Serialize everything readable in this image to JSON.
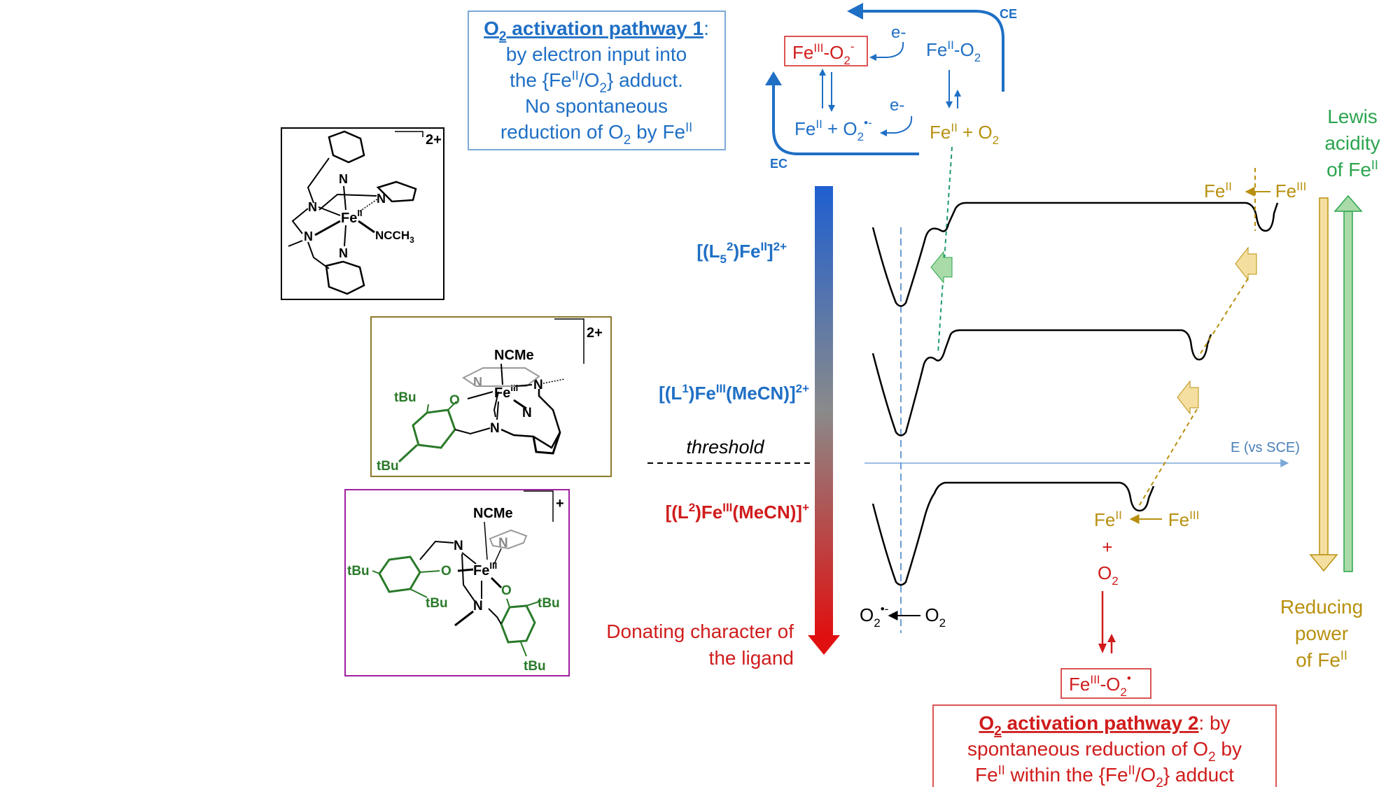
{
  "colors": {
    "blue": "#1f6fc5",
    "red": "#d01c1c",
    "gold": "#b8900f",
    "gold_light": "#f5dfa0",
    "green": "#2ca44f",
    "green_light": "#a8dba8",
    "teal_dashed": "#1d9a6c",
    "axis_blue": "#7aa9d6",
    "frame_black": "#000000",
    "frame_gold": "#8b7a2a",
    "frame_purple": "#a020a0"
  },
  "pathway1": {
    "title": "O",
    "title_sub": "2",
    "title_rest": " activation pathway 1",
    "colon": ":",
    "lines": [
      "by  electron input into",
      "the {Fe",
      "II",
      "/O",
      "2",
      "} adduct.",
      "No spontaneous",
      "reduction of O",
      "2",
      " by Fe",
      "II"
    ]
  },
  "pathway2": {
    "title": "O",
    "title_sub": "2",
    "title_rest": " activation pathway 2",
    "colon": ": by",
    "line2a": "spontaneous reduction of O",
    "line2b": "2",
    "line2c": " by",
    "line3a": "Fe",
    "line3b": "II",
    "line3c": " within the {Fe",
    "line3d": "II",
    "line3e": "/O",
    "line3f": "2",
    "line3g": "} adduct"
  },
  "scheme": {
    "fe3o2_box": "Fe",
    "fe3o2_sup": "III",
    "fe3o2_mid": "-O",
    "fe3o2_sub": "2",
    "fe3o2_charge": "-",
    "fe2o2": "Fe",
    "fe2o2_sup": "II",
    "fe2o2_mid": "-O",
    "fe2o2_sub": "2",
    "e_minus_1": "e-",
    "e_minus_2": "e-",
    "fe2_plus_o2_rad": "Fe",
    "fe2_plus_o2_rad_sup": "II",
    "fe2_plus_o2_rad_mid": " + O",
    "fe2_plus_o2_rad_sub": "2",
    "fe2_plus_o2_rad_charge": "•-",
    "fe2_plus_o2_gold": "Fe",
    "fe2_plus_o2_gold_sup": "II",
    "fe2_plus_o2_gold_mid": " + O",
    "fe2_plus_o2_gold_sub": "2",
    "ce_label": "CE",
    "ec_label": "EC"
  },
  "complexes": {
    "c1_label_a": "[(L",
    "c1_label_sub": "5",
    "c1_label_sup": "2",
    "c1_label_b": ")Fe",
    "c1_label_sup2": "II",
    "c1_label_c": "]",
    "c1_label_charge": "2+",
    "c2_label_a": "[(L",
    "c2_label_sup": "1",
    "c2_label_b": ")Fe",
    "c2_label_sup2": "III",
    "c2_label_c": "(MeCN)]",
    "c2_label_charge": "2+",
    "c3_label_a": "[(L",
    "c3_label_sup": "2",
    "c3_label_b": ")Fe",
    "c3_label_sup2": "III",
    "c3_label_c": "(MeCN)]",
    "c3_label_charge": "+",
    "s1_charge": "2+",
    "s2_charge": "2+",
    "s3_charge": "+",
    "s1_atoms": [
      "N",
      "N",
      "N",
      "N",
      "N",
      "Fe",
      "II",
      "NCCH",
      "3"
    ],
    "s2_atoms": [
      "NCMe",
      "tBu",
      "O",
      "Fe",
      "III",
      "N",
      "N",
      "N",
      "N",
      "tBu"
    ],
    "s3_atoms": [
      "NCMe",
      "N",
      "N",
      "tBu",
      "O",
      "Fe",
      "III",
      "O",
      "tBu",
      "N",
      "tBu",
      "tBu"
    ]
  },
  "threshold": "threshold",
  "donating": [
    "Donating character of",
    "the ligand"
  ],
  "axis_label": "E (vs SCE)",
  "fe2_fe3_top": [
    "Fe",
    "II",
    "Fe",
    "III"
  ],
  "fe2_fe3_bottom": [
    "Fe",
    "II",
    "Fe",
    "III"
  ],
  "o2_rad_o2": [
    "O",
    "2",
    "•-",
    "O",
    "2"
  ],
  "red_plus": "+",
  "red_o2": [
    "O",
    "2"
  ],
  "fe3_o2_rad": [
    "Fe",
    "III",
    "-O",
    "2",
    "•"
  ],
  "lewis": [
    "Lewis",
    "acidity",
    "of Fe",
    "II"
  ],
  "reducing": [
    "Reducing",
    "power",
    "of Fe",
    "II"
  ]
}
